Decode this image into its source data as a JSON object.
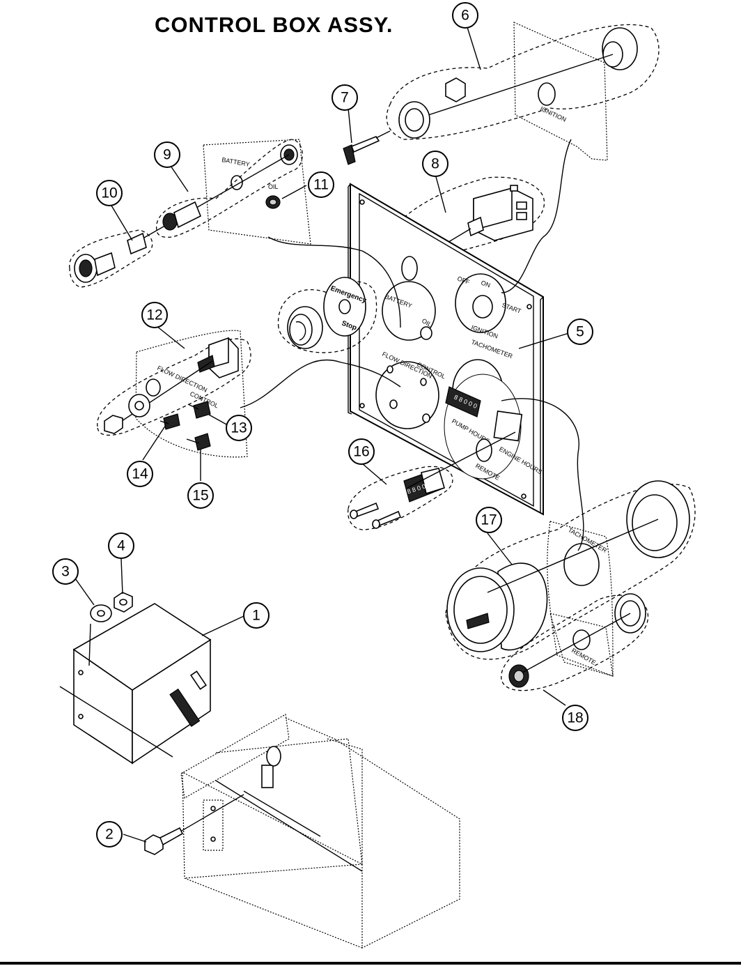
{
  "title": "CONTROL BOX ASSY.",
  "callouts": [
    "1",
    "2",
    "3",
    "4",
    "5",
    "6",
    "7",
    "8",
    "9",
    "10",
    "11",
    "12",
    "13",
    "14",
    "15",
    "16",
    "17",
    "18"
  ],
  "panel_labels": {
    "emergency": "Emergency",
    "stop": "Stop",
    "battery": "BATTERY",
    "battery_panel": "BATTERY",
    "oil": "OIL",
    "oil_panel": "OIL",
    "off": "OFF",
    "on": "ON",
    "start": "START",
    "ignition_panel": "IGNITION",
    "ignition_plate": "IGNITION",
    "tachometer_panel": "TACHOMETER",
    "tachometer_plate": "TACHOMETER",
    "flow_direction": "FLOW DIRECTION",
    "flow_direction_small": "FLOW DIRECTION",
    "control": "CONTROL",
    "control_small": "CONTROL",
    "pump_hours": "PUMP HOURS",
    "engine_hours": "ENGINE HOURS",
    "remote_panel": "REMOTE",
    "remote_plate": "REMOTE"
  }
}
